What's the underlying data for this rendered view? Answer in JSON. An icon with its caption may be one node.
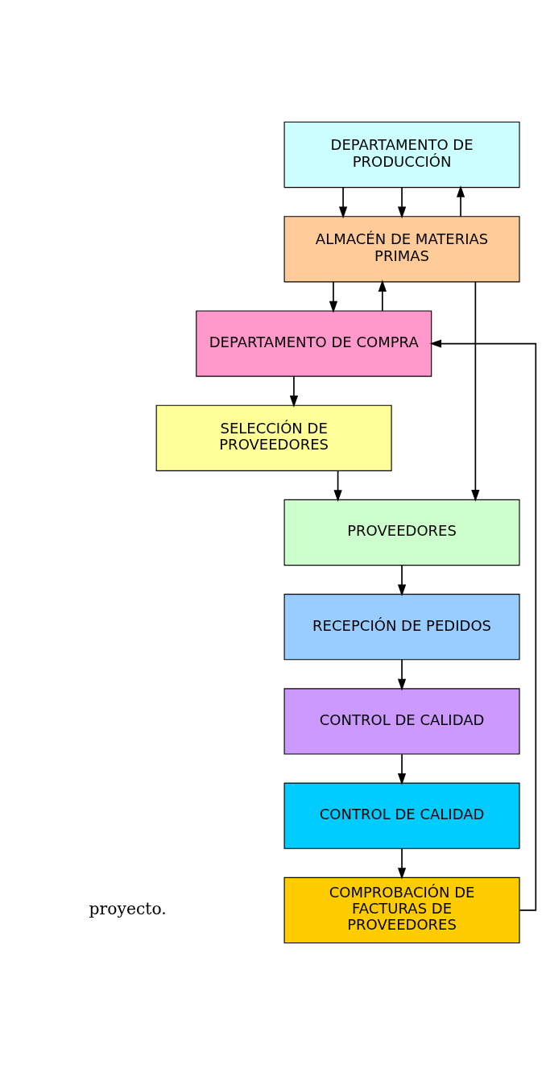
{
  "diagram": {
    "nodes": [
      {
        "text": [
          "DEPARTAMENTO DE PRODUCCIÓN"
        ]
      },
      {
        "text": [
          "ALMACÉN DE MATERIAS PRIMAS"
        ]
      },
      {
        "text": [
          "DEPARTAMENTO DE COMPRA"
        ]
      },
      {
        "text": [
          "SELECCIÓN DE PROVEEDORES"
        ]
      },
      {
        "text": [
          "PROVEEDORES"
        ]
      },
      {
        "text": [
          "RECEPCIÓN DE PEDIDOS"
        ]
      },
      {
        "text": [
          "CONTROL DE CALIDAD"
        ]
      },
      {
        "text": [
          "CONTROL DE CALIDAD"
        ]
      },
      {
        "text": [
          "COMPROBACIÓN DE FACTURAS DE PROVEEDORES"
        ]
      }
    ],
    "edges": [
      {
        "from": 0,
        "to": 1,
        "arrow": "to"
      },
      {
        "from": 1,
        "to": 0,
        "arrow": "to"
      },
      {
        "from": 0,
        "to": 1,
        "arrow": "to"
      },
      {
        "from": 1,
        "to": 2,
        "arrow": "to"
      },
      {
        "from": 2,
        "to": 1,
        "arrow": "to"
      },
      {
        "from": 1,
        "to": 4,
        "arrow": "to"
      },
      {
        "from": 2,
        "to": 3,
        "arrow": "to"
      },
      {
        "from": 3,
        "to": 4,
        "arrow": "to"
      },
      {
        "from": 4,
        "to": 5,
        "arrow": "to"
      },
      {
        "from": 5,
        "to": 6,
        "arrow": "to"
      },
      {
        "from": 6,
        "to": 7,
        "arrow": "to"
      },
      {
        "from": 7,
        "to": 8,
        "arrow": "to"
      },
      {
        "from": 8,
        "to": 2,
        "arrow": "to"
      }
    ],
    "labels": [
      "proyecto."
    ]
  }
}
